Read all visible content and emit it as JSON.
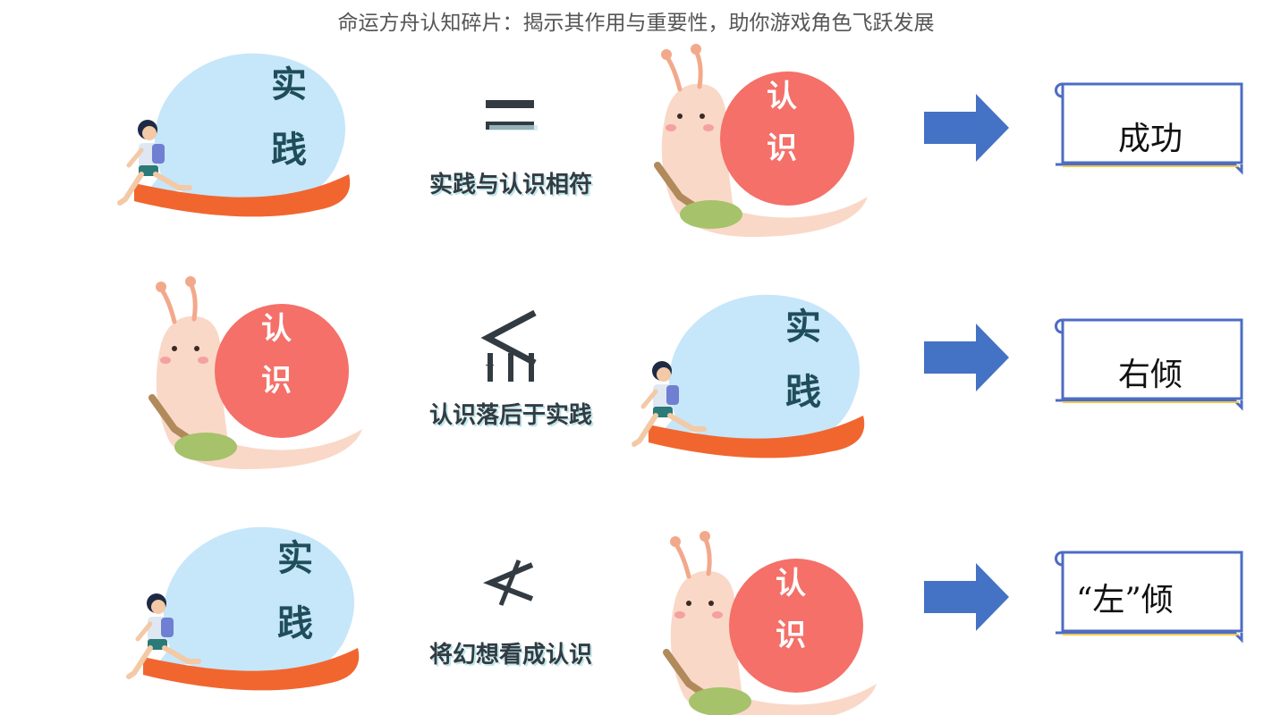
{
  "title": "命运方舟认知碎片：揭示其作用与重要性，助你游戏角色飞跃发展",
  "rows": [
    {
      "left": "practice",
      "right": "cognition",
      "symbol": "=",
      "caption": "实践与认识相符",
      "result": "成功"
    },
    {
      "left": "cognition",
      "right": "practice",
      "symbol": "≤",
      "caption": "认识落后于实践",
      "result": "右倾"
    },
    {
      "left": "practice",
      "right": "cognition",
      "symbol": "≮",
      "caption": "将幻想看成认识",
      "result": "“左”倾"
    }
  ],
  "bubble_chars": [
    "实",
    "践"
  ],
  "snail_chars": [
    "认",
    "识"
  ],
  "colors": {
    "bubble": "#c6e6fa",
    "snail_shell": "#f47068",
    "snail_body": "#f9d8c8",
    "arrow": "#4472c4",
    "scroll_border": "#4d6cc4",
    "ribbon": "#f1662f"
  }
}
